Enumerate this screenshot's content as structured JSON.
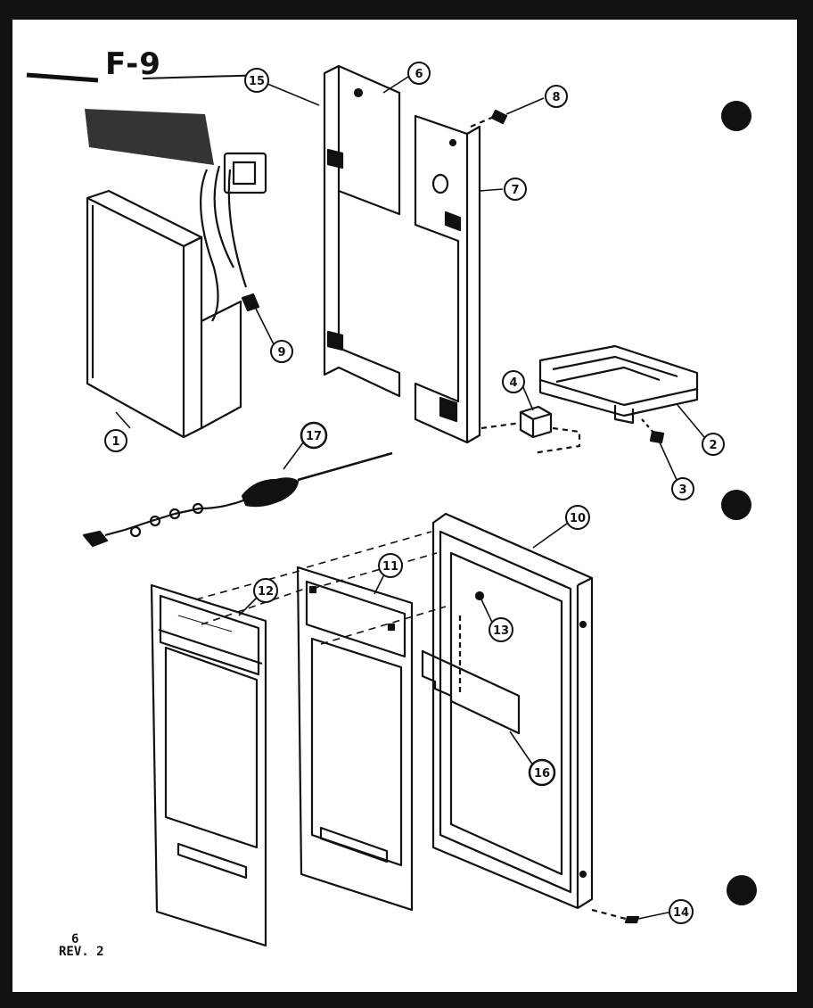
{
  "figure": {
    "title": "F-9",
    "page_number": "6",
    "revision": "REV. 2"
  },
  "callouts": [
    "1",
    "2",
    "3",
    "4",
    "6",
    "7",
    "8",
    "9",
    "10",
    "11",
    "12",
    "13",
    "14",
    "15",
    "16",
    "17"
  ],
  "colors": {
    "ink": "#111111",
    "paper": "#ffffff"
  }
}
